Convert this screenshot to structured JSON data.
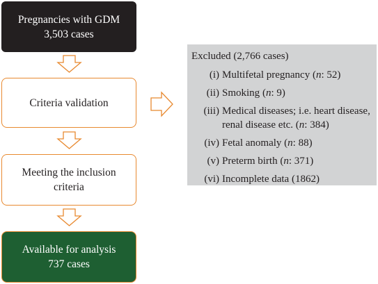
{
  "colors": {
    "start_fill": "#231f20",
    "final_fill": "#1e5f32",
    "arrow_stroke": "#e8892f",
    "excluded_fill": "#d2d3d4",
    "text_dark": "#231f20"
  },
  "boxes": {
    "start": {
      "line1": "Pregnancies with GDM",
      "line2": "3,503 cases"
    },
    "criteria": {
      "line1": "Criteria validation"
    },
    "inclusion": {
      "line1": "Meeting the inclusion",
      "line2": "criteria"
    },
    "final": {
      "line1": "Available for analysis",
      "line2": "737 cases"
    }
  },
  "excluded": {
    "title": "Excluded (2,766 cases)",
    "items": [
      {
        "num": "(i)",
        "text": "Multifetal pregnancy",
        "n_label": "n",
        "n_value": ": 52)"
      },
      {
        "num": "(ii)",
        "text": "Smoking",
        "n_label": "n",
        "n_value": ": 9)"
      },
      {
        "num": "(iii)",
        "text": "Medical diseases; i.e. heart disease,",
        "text2": "renal disease etc.",
        "n_label": "n",
        "n_value": ": 384)"
      },
      {
        "num": "(iv)",
        "text": "Fetal anomaly",
        "n_label": "n",
        "n_value": ": 88)"
      },
      {
        "num": "(v)",
        "text": "Preterm birth",
        "n_label": "n",
        "n_value": ": 371)"
      },
      {
        "num": "(vi)",
        "text": "Incomplete data (1862)"
      }
    ]
  }
}
